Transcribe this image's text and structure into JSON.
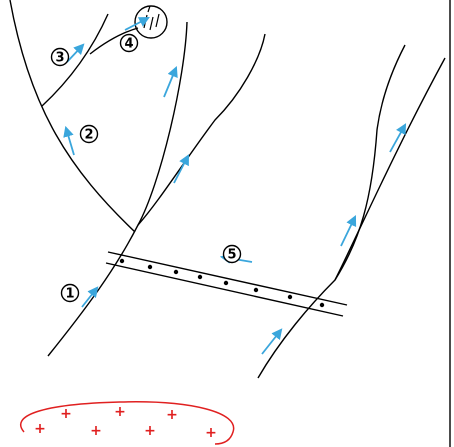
{
  "colors": {
    "line": "#000000",
    "arrow": "#3aa6dc",
    "red": "#e02020",
    "background": "#ffffff"
  },
  "labels": {
    "label1": "1",
    "label2": "2",
    "label3": "3",
    "label4": "4",
    "label5": "5"
  },
  "red_body": {
    "plus_symbol": "+"
  }
}
